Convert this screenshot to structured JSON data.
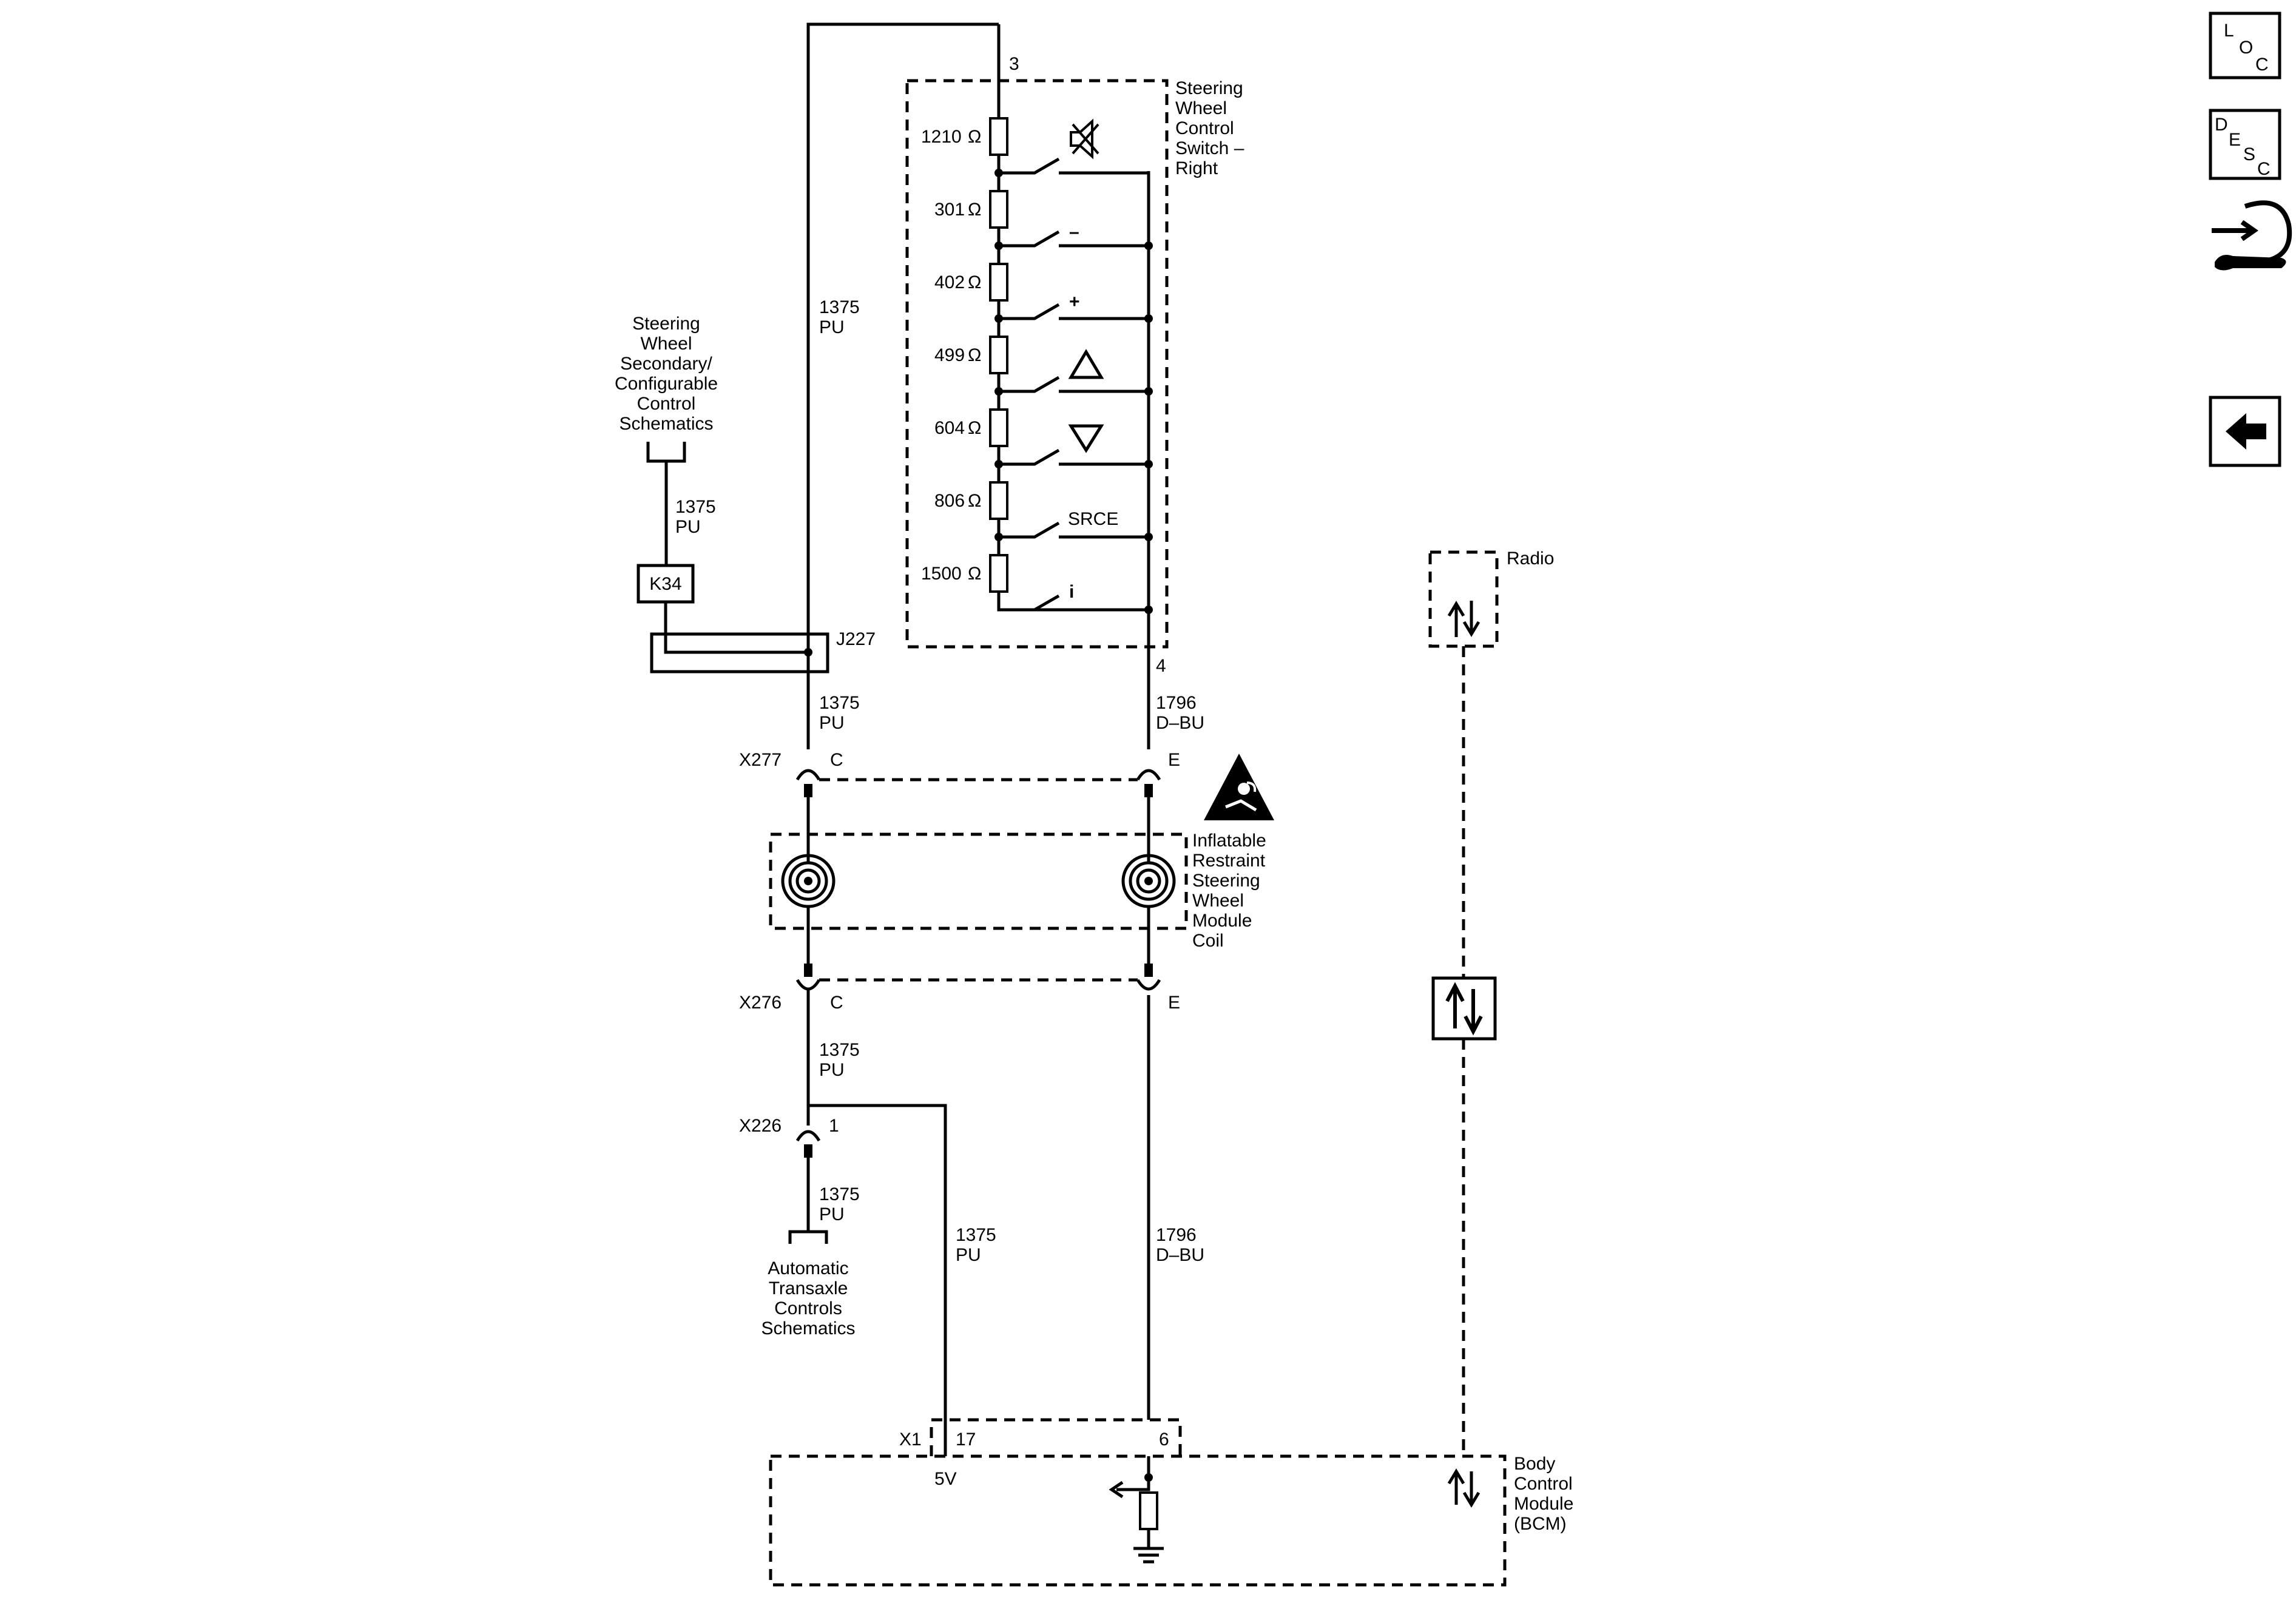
{
  "nav": {
    "loc": {
      "l1": "L",
      "l2": "O",
      "l3": "C"
    },
    "desc": {
      "l1": "D",
      "l2": "E",
      "l3": "S",
      "l4": "C"
    }
  },
  "switch": {
    "name_lines": [
      "Steering",
      "Wheel",
      "Control",
      "Switch –",
      "Right"
    ],
    "top_pin": "3",
    "bottom_pin": "4",
    "resistors": [
      "1210",
      "301",
      "402",
      "499",
      "604",
      "806",
      "1500"
    ],
    "ohm_symbol": "Ω",
    "buttons": {
      "minus": "–",
      "plus": "+",
      "source": "SRCE",
      "info": "i"
    }
  },
  "secondary": {
    "name_lines": [
      "Steering",
      "Wheel",
      "Secondary/",
      "Configurable",
      "Control",
      "Schematics"
    ],
    "wire_circuit": "1375",
    "wire_color": "PU"
  },
  "components": {
    "k34": "K34",
    "j227": "J227"
  },
  "wires": {
    "pu_circuit": "1375",
    "pu_color": "PU",
    "dbu_circuit": "1796",
    "dbu_color": "D–BU"
  },
  "connectors": {
    "x277": {
      "name": "X277",
      "left_pin": "C",
      "right_pin": "E"
    },
    "x276": {
      "name": "X276",
      "left_pin": "C",
      "right_pin": "E"
    },
    "x226": {
      "name": "X226",
      "pin": "1"
    },
    "x1": {
      "name": "X1",
      "pin_a": "17",
      "pin_b": "6"
    }
  },
  "coil": {
    "name_lines": [
      "Inflatable",
      "Restraint",
      "Steering",
      "Wheel",
      "Module",
      "Coil"
    ]
  },
  "transaxle": {
    "name_lines": [
      "Automatic",
      "Transaxle",
      "Controls",
      "Schematics"
    ]
  },
  "radio": {
    "name": "Radio"
  },
  "bcm": {
    "name_lines": [
      "Body",
      "Control",
      "Module",
      "(BCM)"
    ],
    "voltage": "5V"
  }
}
